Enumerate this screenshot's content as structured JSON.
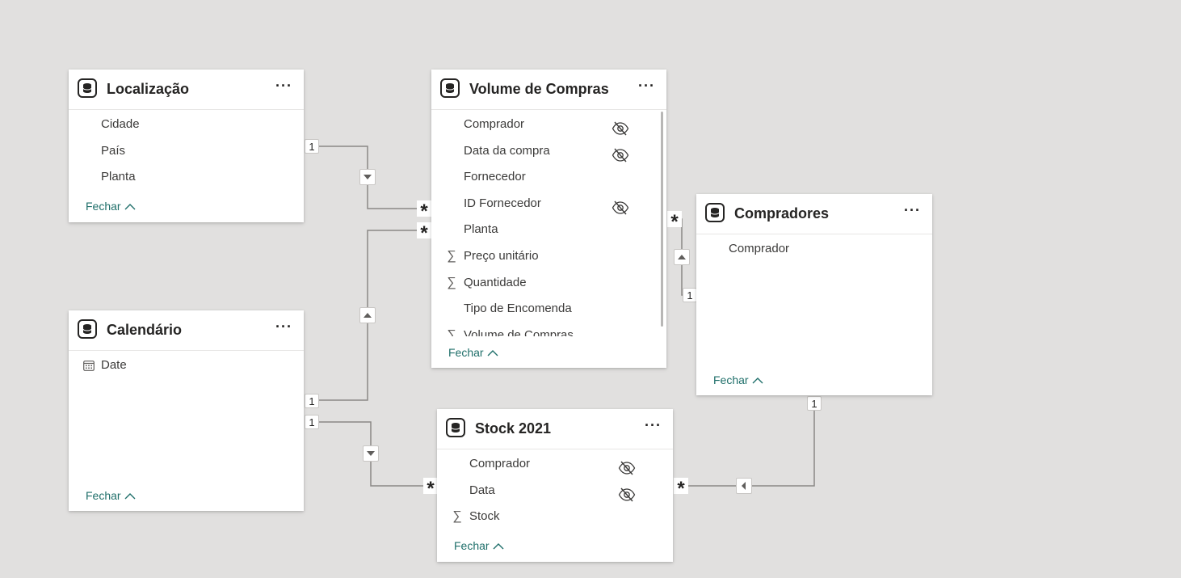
{
  "tables": {
    "localizacao": {
      "title": "Localização",
      "more": "···",
      "fields": [
        {
          "label": "Cidade"
        },
        {
          "label": "País"
        },
        {
          "label": "Planta"
        }
      ],
      "close_label": "Fechar"
    },
    "volume": {
      "title": "Volume de Compras",
      "more": "···",
      "fields": [
        {
          "label": "Comprador",
          "hidden": true
        },
        {
          "label": "Data da compra",
          "hidden": true
        },
        {
          "label": "Fornecedor"
        },
        {
          "label": "ID Fornecedor",
          "hidden": true
        },
        {
          "label": "Planta"
        },
        {
          "label": "Preço unitário",
          "sum": true
        },
        {
          "label": "Quantidade",
          "sum": true
        },
        {
          "label": "Tipo de Encomenda"
        },
        {
          "label": "Volume de Compras",
          "sum": true
        }
      ],
      "close_label": "Fechar"
    },
    "compradores": {
      "title": "Compradores",
      "more": "···",
      "fields": [
        {
          "label": "Comprador"
        }
      ],
      "close_label": "Fechar"
    },
    "calendario": {
      "title": "Calendário",
      "more": "···",
      "fields": [
        {
          "label": "Date",
          "calendar": true
        }
      ],
      "close_label": "Fechar"
    },
    "stock": {
      "title": "Stock 2021",
      "more": "···",
      "fields": [
        {
          "label": "Comprador",
          "hidden": true
        },
        {
          "label": "Data",
          "hidden": true
        },
        {
          "label": "Stock",
          "sum": true
        }
      ],
      "close_label": "Fechar"
    }
  },
  "cardinality": {
    "one": "1",
    "many": "*"
  },
  "icons": {
    "table": "table-icon",
    "hidden": "eye-hidden-icon",
    "sum": "sigma-icon",
    "calendar": "calendar-icon",
    "more": "more-options-icon",
    "collapse": "chevron-up-icon"
  },
  "colors": {
    "canvas": "#e1e0df",
    "link": "#1f6f6a",
    "line": "#8a8886"
  }
}
